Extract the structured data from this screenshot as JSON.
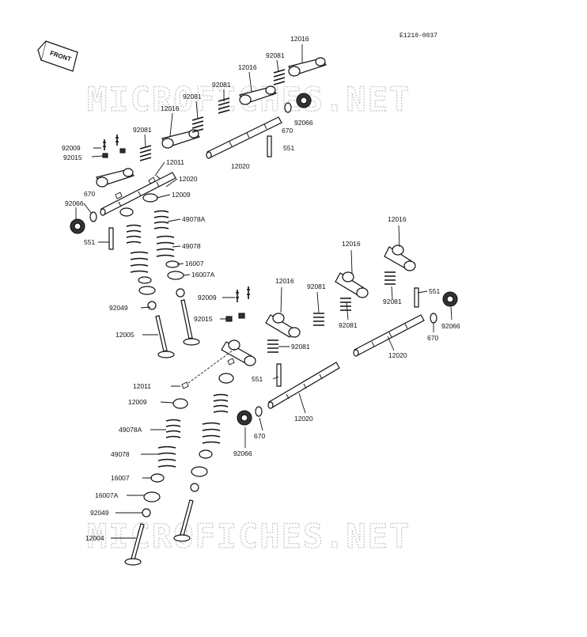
{
  "diagram_code": "E1210-0037",
  "front_label": "FRONT",
  "watermark": "MICROFICHES.NET",
  "callouts": [
    {
      "id": "c1",
      "text": "12016"
    },
    {
      "id": "c2",
      "text": "92081"
    },
    {
      "id": "c3",
      "text": "12016"
    },
    {
      "id": "c4",
      "text": "92081"
    },
    {
      "id": "c5",
      "text": "12016"
    },
    {
      "id": "c6",
      "text": "92081"
    },
    {
      "id": "c7",
      "text": "92066"
    },
    {
      "id": "c8",
      "text": "670"
    },
    {
      "id": "c9",
      "text": "551"
    },
    {
      "id": "c10",
      "text": "12020"
    },
    {
      "id": "c11",
      "text": "92081"
    },
    {
      "id": "c12",
      "text": "92009"
    },
    {
      "id": "c13",
      "text": "92015"
    },
    {
      "id": "c14",
      "text": "12011"
    },
    {
      "id": "c15",
      "text": "12020"
    },
    {
      "id": "c16",
      "text": "670"
    },
    {
      "id": "c17",
      "text": "12009"
    },
    {
      "id": "c18",
      "text": "92066"
    },
    {
      "id": "c19",
      "text": "49078A"
    },
    {
      "id": "c20",
      "text": "551"
    },
    {
      "id": "c21",
      "text": "49078"
    },
    {
      "id": "c22",
      "text": "16007"
    },
    {
      "id": "c23",
      "text": "16007A"
    },
    {
      "id": "c24",
      "text": "92049"
    },
    {
      "id": "c25",
      "text": "12005"
    },
    {
      "id": "c26",
      "text": "12016"
    },
    {
      "id": "c27",
      "text": "12016"
    },
    {
      "id": "c28",
      "text": "12016"
    },
    {
      "id": "c29",
      "text": "92081"
    },
    {
      "id": "c30",
      "text": "92009"
    },
    {
      "id": "c31",
      "text": "92015"
    },
    {
      "id": "c32",
      "text": "92081"
    },
    {
      "id": "c33",
      "text": "92081"
    },
    {
      "id": "c34",
      "text": "551"
    },
    {
      "id": "c35",
      "text": "92066"
    },
    {
      "id": "c36",
      "text": "670"
    },
    {
      "id": "c37",
      "text": "12020"
    },
    {
      "id": "c38",
      "text": "12011"
    },
    {
      "id": "c39",
      "text": "551"
    },
    {
      "id": "c40",
      "text": "12009"
    },
    {
      "id": "c41",
      "text": "12020"
    },
    {
      "id": "c42",
      "text": "670"
    },
    {
      "id": "c43",
      "text": "92066"
    },
    {
      "id": "c44",
      "text": "49078A"
    },
    {
      "id": "c45",
      "text": "49078"
    },
    {
      "id": "c46",
      "text": "16007"
    },
    {
      "id": "c47",
      "text": "16007A"
    },
    {
      "id": "c48",
      "text": "92049"
    },
    {
      "id": "c49",
      "text": "12004"
    },
    {
      "id": "c50",
      "text": "92081"
    }
  ]
}
